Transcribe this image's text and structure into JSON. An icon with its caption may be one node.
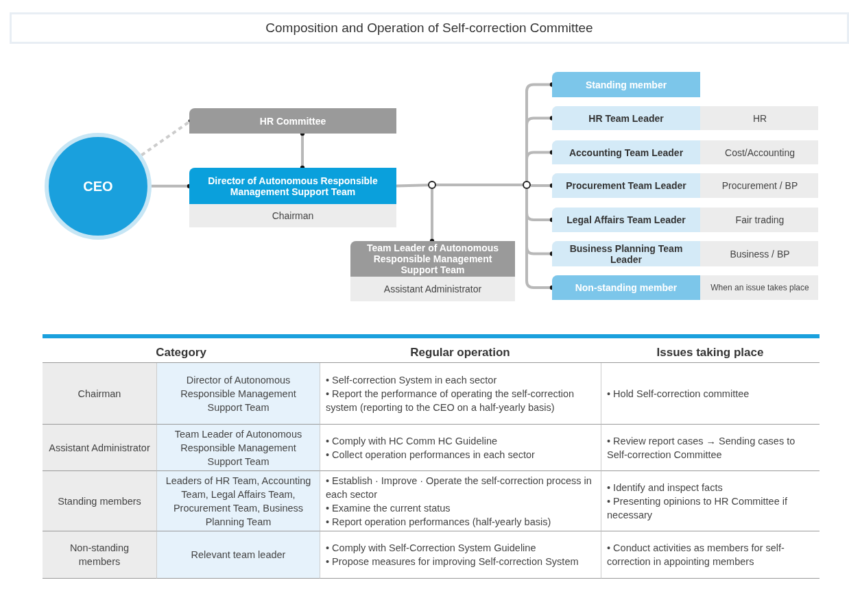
{
  "diagram": {
    "title": "Composition and Operation of Self-correction Committee",
    "nodes": [
      {
        "text": [
          "CEO"
        ]
      },
      {
        "text": [
          "HR Committee"
        ]
      },
      {
        "text": [
          "Director of Autonomous Responsible Management Support Team",
          "Chairman"
        ]
      },
      {
        "text": [],
        "shape": "circle"
      },
      {
        "text": [
          "Team Leader of Autonomous Responsible Management Support Team",
          "Assistant Administrator"
        ]
      },
      {
        "text": [],
        "shape": "circle"
      },
      {
        "text": [
          "Standing member"
        ]
      },
      {
        "text": [
          "HR Team Leader",
          "HR"
        ]
      },
      {
        "text": [
          "Accounting Team Leader",
          "Cost/Accounting"
        ]
      },
      {
        "text": [
          "Procurement Team Leader",
          "Procurement / BP"
        ]
      },
      {
        "text": [
          "Legal Affairs Team Leader",
          "Fair trading"
        ]
      },
      {
        "text": [
          "Business Planning Team Leader",
          "Business / BP"
        ]
      },
      {
        "text": [
          "Non-standing member",
          "When an issue takes place"
        ]
      }
    ],
    "edges": [
      {
        "from": 0,
        "to": 1,
        "arrow": "other",
        "style": "dashed",
        "color": "#cccccc"
      },
      {
        "from": 0,
        "to": 2,
        "arrow": "other"
      },
      {
        "from": 1,
        "to": 2,
        "arrow": "other"
      },
      {
        "from": 2,
        "to": 3,
        "arrow": "none"
      },
      {
        "from": 3,
        "to": 4,
        "arrow": "other"
      },
      {
        "from": 3,
        "to": 5,
        "arrow": "none"
      },
      {
        "from": 5,
        "to": 6,
        "arrow": "other"
      },
      {
        "from": 5,
        "to": 7,
        "arrow": "other"
      },
      {
        "from": 5,
        "to": 8,
        "arrow": "other"
      },
      {
        "from": 5,
        "to": 9,
        "arrow": "other"
      },
      {
        "from": 5,
        "to": 10,
        "arrow": "other"
      },
      {
        "from": 5,
        "to": 11,
        "arrow": "other"
      },
      {
        "from": 5,
        "to": 12,
        "arrow": "other"
      }
    ],
    "labels": [
      "Category",
      "Regular operation",
      "Issues taking place",
      "Chairman",
      "Director of Autonomous Responsible Management Support Team",
      "• Self-correction System in each sector",
      "• Report the performance of operating the self-correction system (reporting to the CEO on a half-yearly basis)",
      "• Hold Self-correction committee",
      "Assistant Administrator",
      "Team Leader of Autonomous Responsible Management Support Team",
      "• Comply with HC Comm HC Guideline",
      "• Collect operation performances in each sector",
      "• Review report cases → Sending cases to Self-correction Committee",
      "Standing members",
      "Leaders of HR Team, Accounting Team, Legal Affairs Team, Procurement Team, Business Planning Team",
      "• Establish · Improve · Operate the self-correction process in each sector",
      "• Examine the current status",
      "• Report operation performances (half-yearly basis)",
      "• Identify and inspect facts",
      "• Presenting opinions to HR Committee if necessary",
      "Non-standing members",
      "Relevant team leader",
      "• Comply with Self-Correction System Guideline",
      "• Propose measures for improving Self-correction System",
      "• Conduct activities as members for self-correction in appointing members"
    ]
  }
}
